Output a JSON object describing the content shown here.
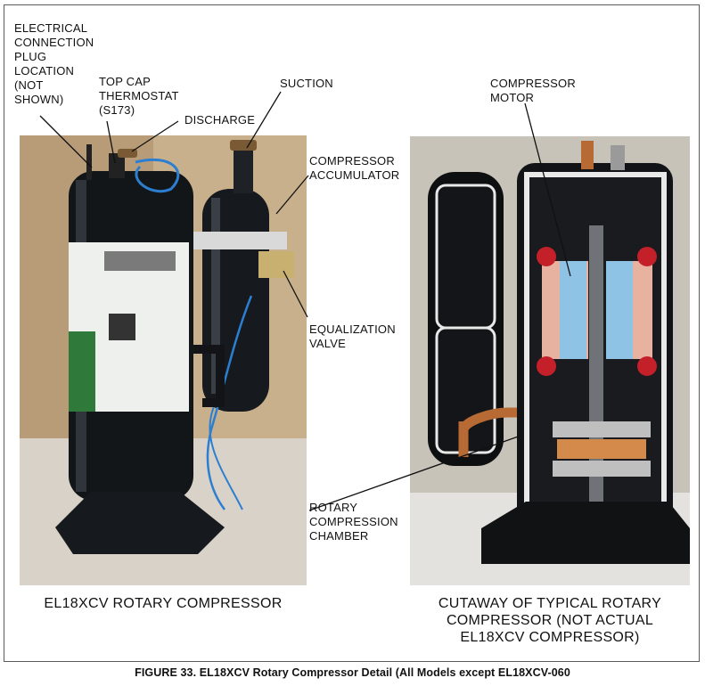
{
  "labels": {
    "electrical": "ELECTRICAL\nCONNECTION\nPLUG\nLOCATION\n(NOT\nSHOWN)",
    "thermostat": "TOP CAP\nTHERMOSTAT\n(S173)",
    "discharge": "DISCHARGE",
    "suction": "SUCTION",
    "accumulator": "COMPRESSOR\nACCUMULATOR",
    "equalization": "EQUALIZATION\nVALVE",
    "rotary_chamber": "ROTARY\nCOMPRESSION\nCHAMBER",
    "compressor_motor": "COMPRESSOR\nMOTOR"
  },
  "captions": {
    "left": "EL18XCV ROTARY COMPRESSOR",
    "right": "CUTAWAY OF TYPICAL ROTARY\nCOMPRESSOR (NOT ACTUAL\nEL18XCV COMPRESSOR)"
  },
  "figure_caption": "FIGURE 33. EL18XCV Rotary Compressor Detail (All Models except EL18XCV-060"
}
